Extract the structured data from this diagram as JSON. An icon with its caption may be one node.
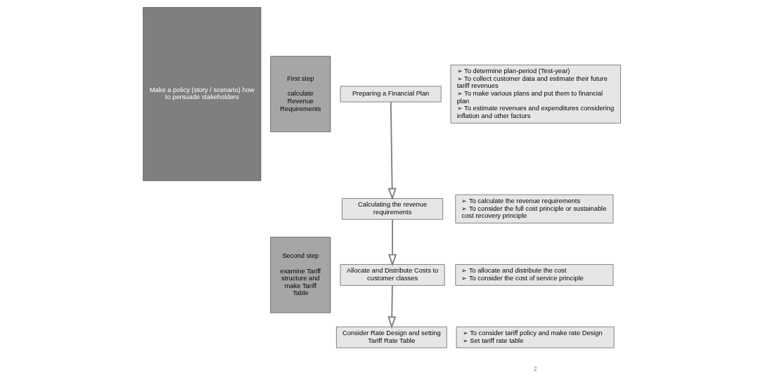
{
  "diagram": {
    "nodes": [
      {
        "text": [
          "Make a policy (story / scenario) how to persuade stakeholders"
        ]
      },
      {
        "text": [
          "First step",
          "calculate Revenue Requirements"
        ]
      },
      {
        "text": [
          "Second step",
          "examine Tariff structure and make Tariff Table"
        ]
      },
      {
        "text": [
          "Preparing a Financial Plan"
        ]
      },
      {
        "text": [
          "Calculating the revenue requirements"
        ]
      },
      {
        "text": [
          "Allocate and Distribute Costs to customer classes"
        ]
      },
      {
        "text": [
          "Consider Rate Design and setting Tariff Rate Table"
        ]
      },
      {
        "text": [
          "➢ To determine plan-period (Test-year)",
          "➢ To collect customer data and estimate their future tariff revenues",
          "➢ To make various plans and put them to financial plan",
          "➢ To estimate revenues and expenditures considering inflation and other factors"
        ]
      },
      {
        "text": [
          "➢ To calculate the revenue requirements",
          "➢ To consider the full cost principle or sustainable cost recovery principle"
        ]
      },
      {
        "text": [
          "➢ To allocate and distribute the cost",
          "➢ To consider the cost of service principle"
        ]
      },
      {
        "text": [
          "➢ To consider tariff policy and make rate Design",
          "➢ Set tariff rate table"
        ]
      }
    ],
    "edges": [
      {
        "from": 3,
        "to": 4,
        "arrow": "to"
      },
      {
        "from": 4,
        "to": 5,
        "arrow": "to"
      },
      {
        "from": 5,
        "to": 6,
        "arrow": "to"
      }
    ],
    "labels": [
      "2"
    ]
  }
}
